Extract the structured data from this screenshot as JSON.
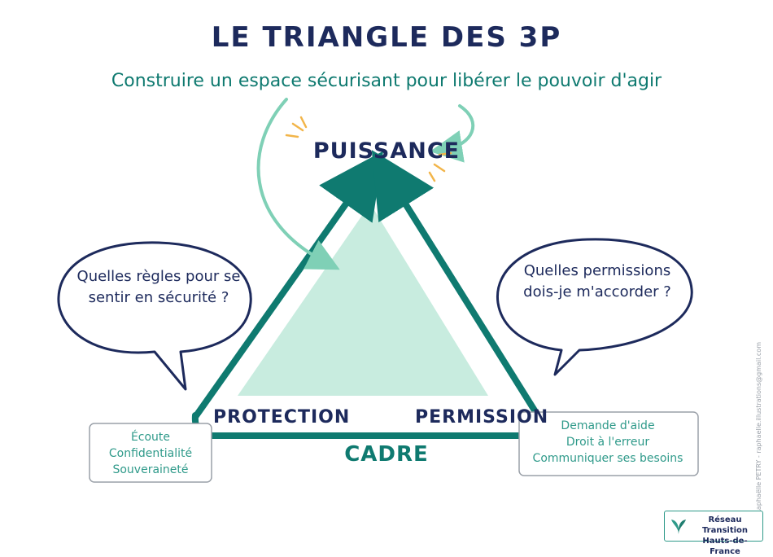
{
  "title": "LE TRIANGLE DES 3P",
  "subtitle": "Construire un espace sécurisant pour libérer le pouvoir d'agir",
  "apex_label": "PUISSANCE",
  "left_vertex_label": "PROTECTION",
  "right_vertex_label": "PERMISSION",
  "base_label": "CADRE",
  "left_bubble": "Quelles règles pour se sentir en sécurité ?",
  "right_bubble": "Quelles permissions dois-je m'accorder ?",
  "left_box": {
    "lines": [
      "Écoute",
      "Confidentialité",
      "Souveraineté"
    ]
  },
  "right_box": {
    "lines": [
      "Demande d'aide",
      "Droit à l'erreur",
      "Communiquer ses besoins"
    ]
  },
  "credit": "X. Raphaëlle PETRY - raphaelle.illustrations@gmail.com",
  "logo": {
    "line1": "Réseau Transition",
    "line2": "Hauts-de-France"
  },
  "colors": {
    "navy": "#1d2a5c",
    "teal": "#0f7a70",
    "light_teal": "#c8ecdf",
    "arrow_teal": "#7fd0b6",
    "spark": "#f2b54a"
  }
}
